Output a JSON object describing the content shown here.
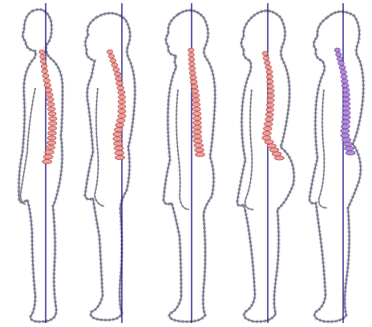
{
  "colors": {
    "background": "#ffffff",
    "body_outline": "#6e6e82",
    "body_outline_shadow": "#b4b4c4",
    "plumb_line": "#1a1a8c",
    "spine_fill": "#e9a3a0",
    "spine_stroke": "#c2524e",
    "spine_fill_alt": "#b58fd6",
    "spine_stroke_alt": "#7a4fb0"
  },
  "figures": [
    {
      "posture": "ideal-alignment",
      "spine_color": "red"
    },
    {
      "posture": "kyphosis-lordosis",
      "spine_color": "red"
    },
    {
      "posture": "flat-back",
      "spine_color": "red"
    },
    {
      "posture": "sway-back",
      "spine_color": "red"
    },
    {
      "posture": "forward-head-sway",
      "spine_color": "purple"
    }
  ]
}
